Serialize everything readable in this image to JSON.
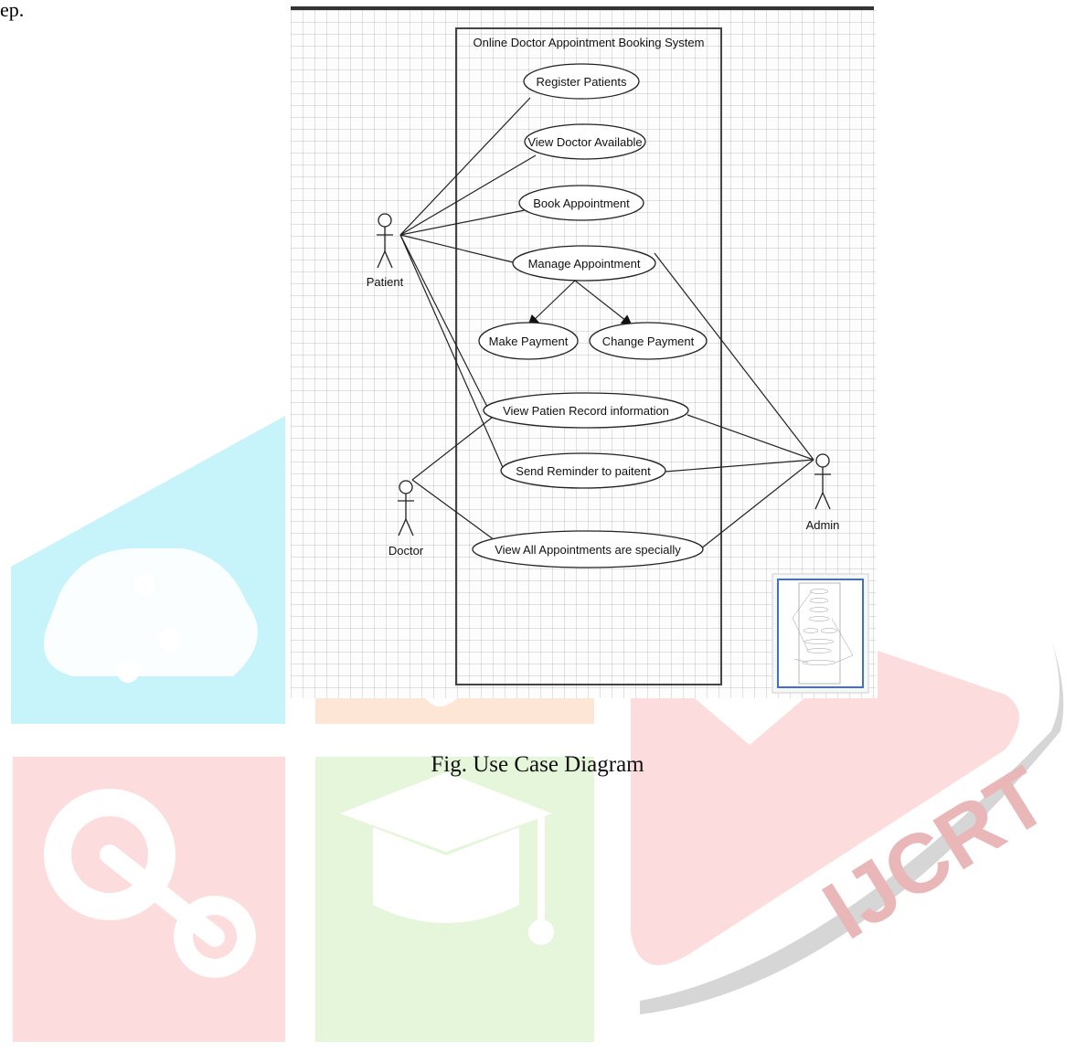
{
  "page": {
    "top_fragment": "ep.",
    "caption": "Fig. Use Case Diagram"
  },
  "diagram": {
    "system_title": "Online Doctor Appointment Booking System",
    "actors": {
      "patient": "Patient",
      "doctor": "Doctor",
      "admin": "Admin"
    },
    "use_cases": {
      "register": "Register Patients",
      "view_doctor": "View Doctor Available",
      "book": "Book Appointment",
      "manage": "Manage Appointment",
      "make_payment": "Make Payment",
      "change_payment": "Change Payment",
      "view_record": "View Patien Record information",
      "send_reminder": "Send Reminder to paitent",
      "view_all": "View All Appointments are specially"
    }
  },
  "watermark": {
    "brand_text": "IJCRT",
    "colors": {
      "cyan": "#c7f3fa",
      "orange": "#fde6d6",
      "red": "#fcdcdc",
      "green": "#e6f6da",
      "gray": "#d6d6d6"
    }
  }
}
